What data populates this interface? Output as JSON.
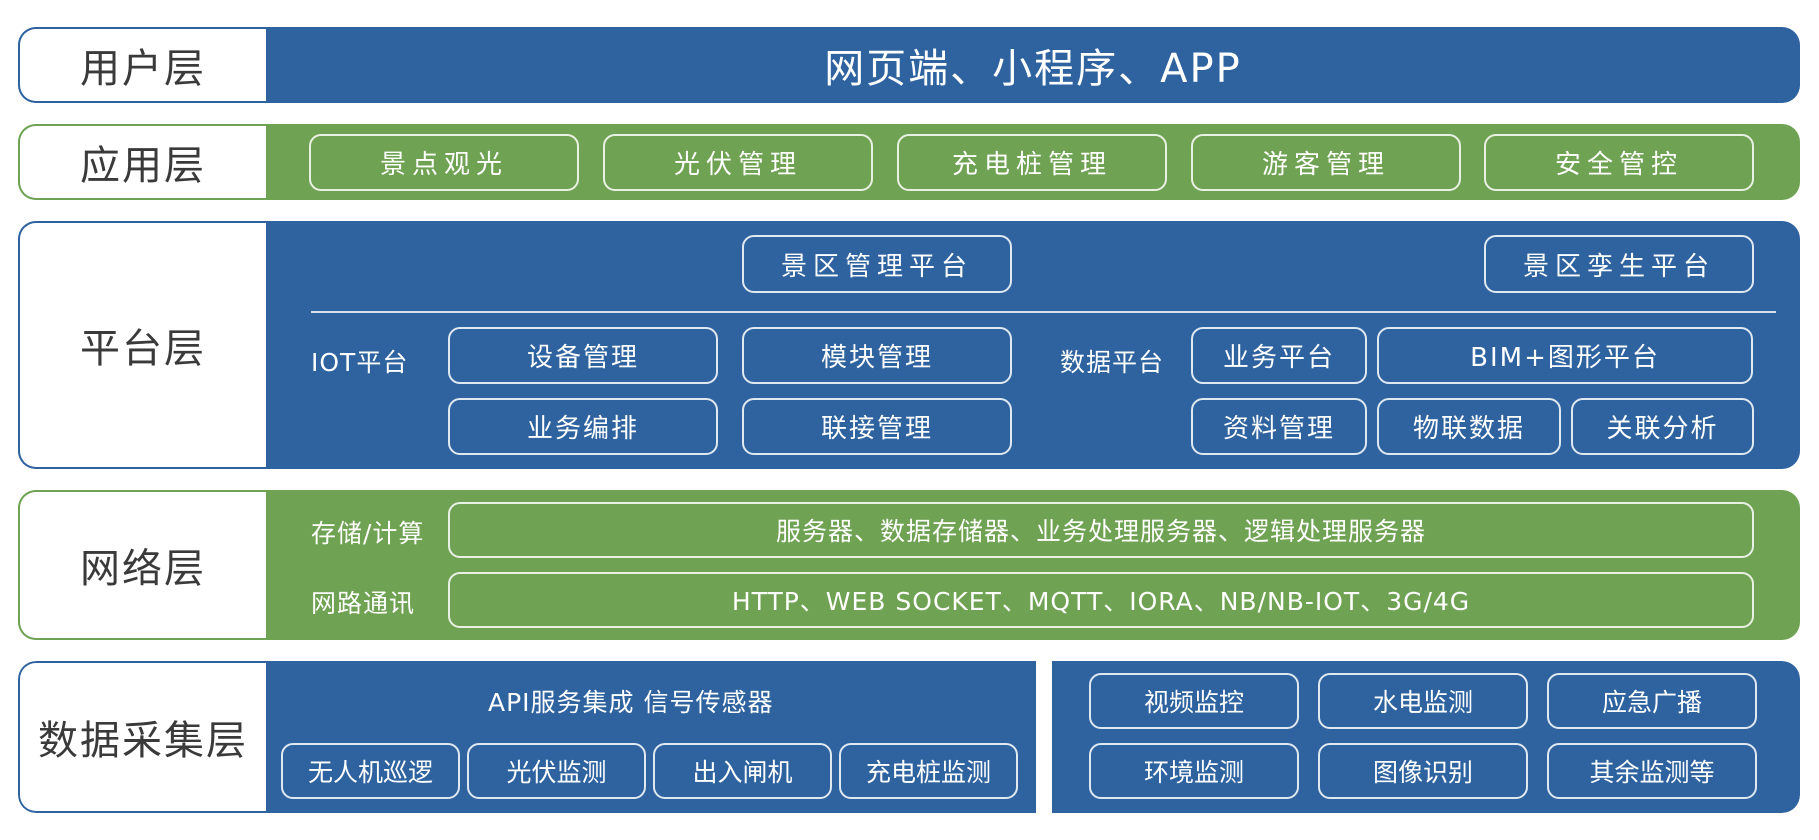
{
  "user_layer": {
    "label": "用户层",
    "content": "网页端、小程序、APP"
  },
  "app_layer": {
    "label": "应用层",
    "items": [
      "景点观光",
      "光伏管理",
      "充电桩管理",
      "游客管理",
      "安全管控"
    ]
  },
  "platform_layer": {
    "label": "平台层",
    "top_items": [
      "景区管理平台",
      "景区孪生平台"
    ],
    "iot_label": "IOT平台",
    "iot_items": [
      "设备管理",
      "模块管理",
      "业务编排",
      "联接管理"
    ],
    "data_label": "数据平台",
    "data_items": [
      "业务平台",
      "BIM+图形平台",
      "资料管理",
      "物联数据",
      "关联分析"
    ]
  },
  "network_layer": {
    "label": "网络层",
    "storage_label": "存储/计算",
    "storage_content": "服务器、数据存储器、业务处理服务器、逻辑处理服务器",
    "comm_label": "网路通讯",
    "comm_content": "HTTP、WEB SOCKET、MQTT、IORA、NB/NB-IOT、3G/4G"
  },
  "data_layer": {
    "label": "数据采集层",
    "api_title": "API服务集成 信号传感器",
    "left_items": [
      "无人机巡逻",
      "光伏监测",
      "出入闸机",
      "充电桩监测"
    ],
    "right_items": [
      "视频监控",
      "水电监测",
      "应急广播",
      "环境监测",
      "图像识别",
      "其余监测等"
    ]
  },
  "colors": {
    "blue": "#2e63a0",
    "green": "#6fa353",
    "label_text": "#3a3a3a"
  }
}
